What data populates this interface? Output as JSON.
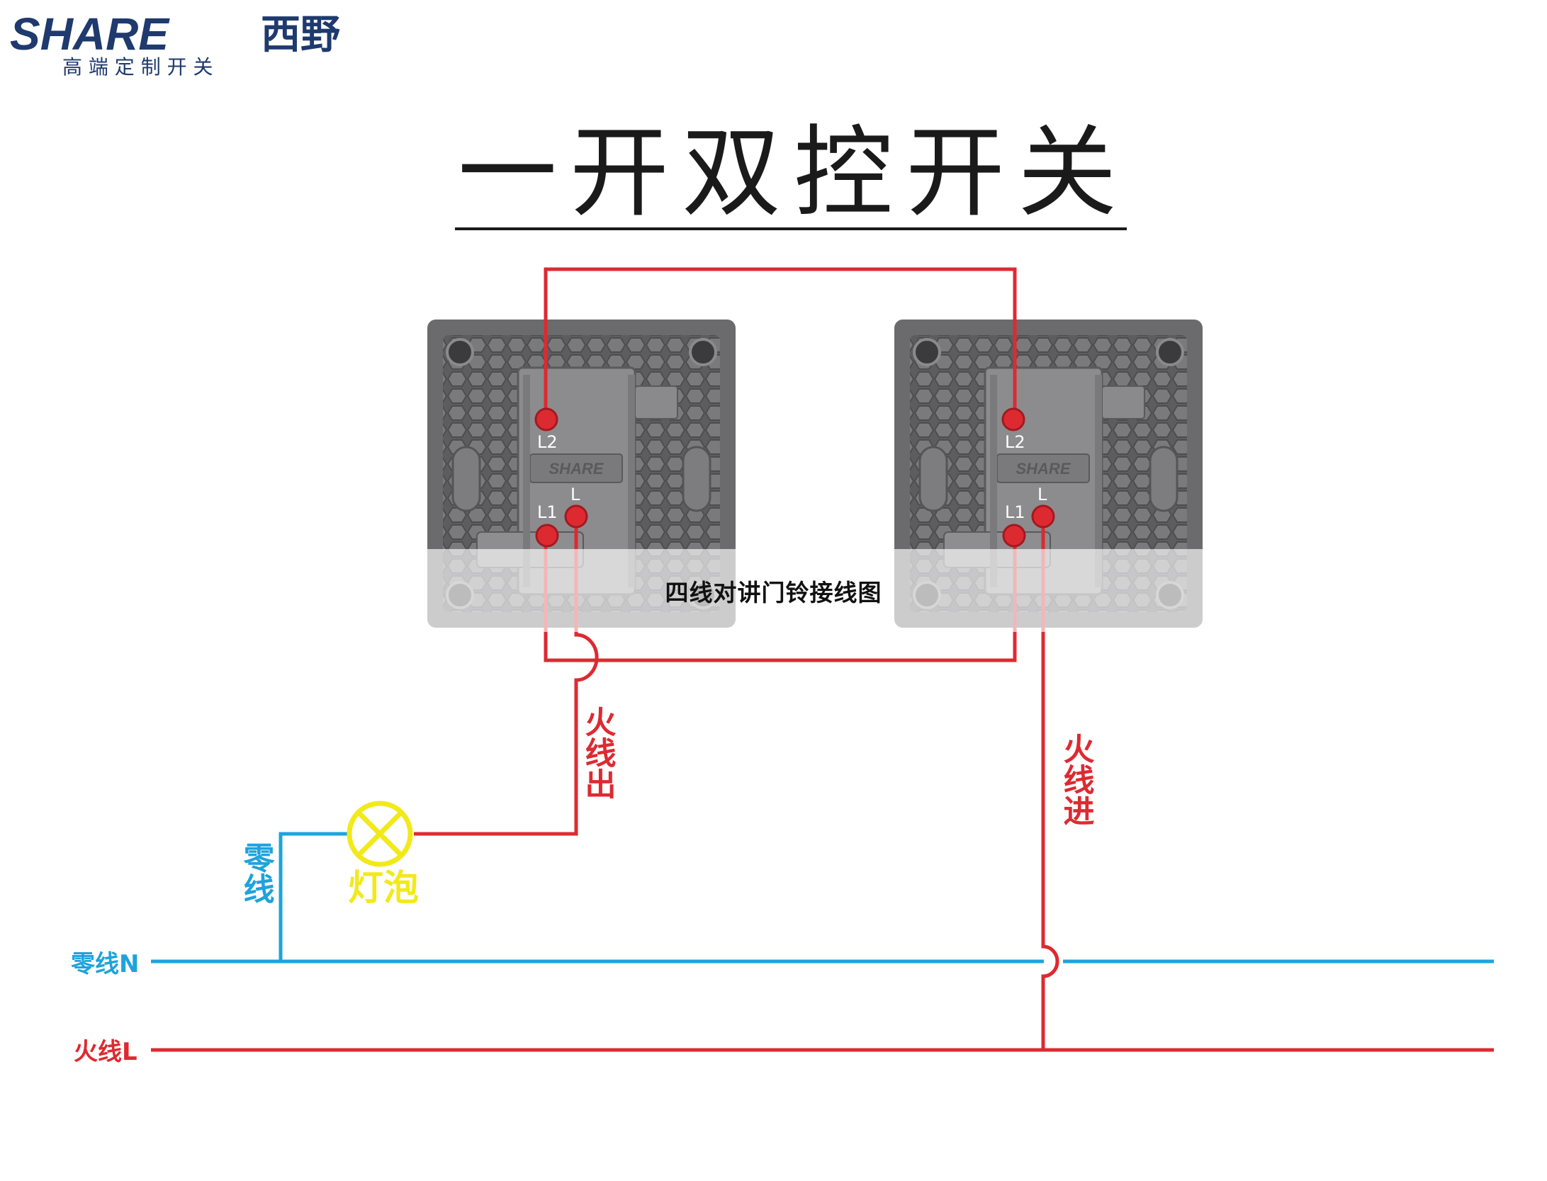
{
  "brand": {
    "logo_text": "SHARE",
    "name_cn": "西野",
    "tagline": "高 端 定 制 开 关"
  },
  "title": "一开双控开关",
  "overlay_caption": "四线对讲门铃接线图",
  "switch_left": {
    "brand_mark": "SHARE",
    "terminal_top": "L2",
    "terminal_bottom_left": "L1",
    "terminal_bottom_right": "L"
  },
  "switch_right": {
    "brand_mark": "SHARE",
    "terminal_top": "L2",
    "terminal_bottom_left": "L1",
    "terminal_bottom_right": "L"
  },
  "labels": {
    "live_out": "火线出",
    "live_in": "火线进",
    "neutral_short": "零线",
    "bulb": "灯泡",
    "neutral_bus": "零线N",
    "live_bus": "火线L"
  },
  "colors": {
    "live": "#dd2a31",
    "neutral": "#1ea3dc",
    "bulb": "#f2e91a",
    "plate": "#6b6b6d",
    "title": "#1a1a1a",
    "brand": "#1e3a6e"
  }
}
